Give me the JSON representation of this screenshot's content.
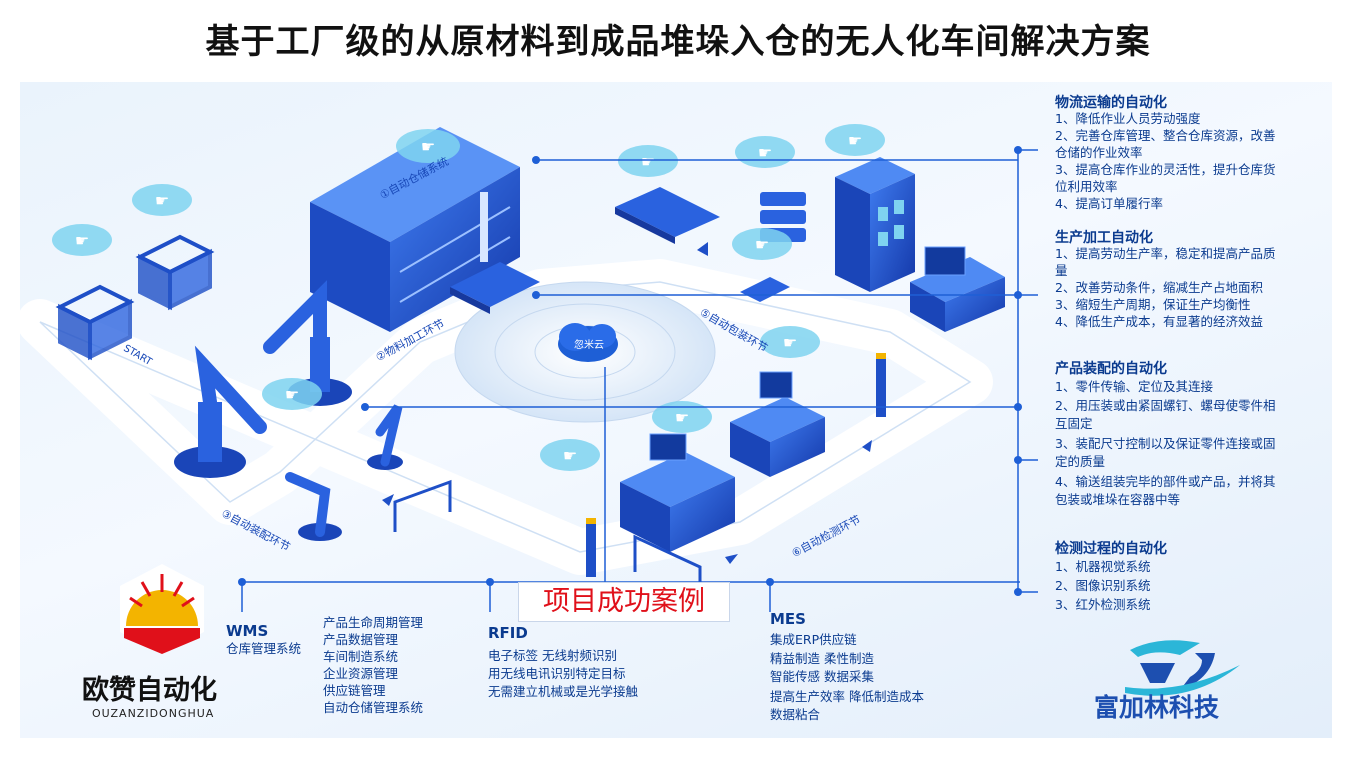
{
  "title": "基于工厂级的从原材料到成品堆垛入仓的无人化车间解决方案",
  "panels": [
    {
      "title": "物流运输的自动化",
      "lines": [
        "1、降低作业人员劳动强度",
        "2、完善仓库管理、整合仓库资源，改善",
        "仓储的作业效率",
        "3、提高仓库作业的灵活性，提升仓库货",
        "位利用效率",
        "4、提高订单履行率"
      ]
    },
    {
      "title": "生产加工自动化",
      "lines": [
        "1、提高劳动生产率，稳定和提高产品质",
        "量",
        "2、改善劳动条件，缩减生产占地面积",
        "3、缩短生产周期，保证生产均衡性",
        "4、降低生产成本，有显著的经济效益"
      ]
    },
    {
      "title": "产品装配的自动化",
      "lines": [
        "1、零件传输、定位及其连接",
        "2、用压装或由紧固螺钉、螺母使零件相",
        "互固定",
        "3、装配尺寸控制以及保证零件连接或固",
        "定的质量",
        "4、输送组装完毕的部件或产品，并将其",
        "包装或堆垛在容器中等"
      ]
    },
    {
      "title": "检测过程的自动化",
      "lines": [
        "1、机器视觉系统",
        "2、图像识别系统",
        "3、红外检测系统"
      ]
    }
  ],
  "bottom": {
    "wms": {
      "title": "WMS",
      "subtitle": "仓库管理系统",
      "lines": [
        "产品生命周期管理",
        "产品数据管理",
        "车间制造系统",
        "企业资源管理",
        "供应链管理",
        "自动仓储管理系统"
      ]
    },
    "rfid": {
      "title": "RFID",
      "lines": [
        "电子标签 无线射频识别",
        "用无线电讯识别特定目标",
        "无需建立机械或是光学接触"
      ]
    },
    "mes": {
      "title": "MES",
      "lines": [
        "集成ERP供应链",
        "精益制造 柔性制造",
        "智能传感 数据采集",
        "提高生产效率 降低制造成本",
        "数据粘合"
      ]
    }
  },
  "success_label": "项目成功案例",
  "stages": {
    "s1": "①自动仓储系统",
    "s2": "②物料加工环节",
    "s3": "③自动装配环节",
    "s5": "⑤自动包装环节",
    "s6": "⑥自动检测环节",
    "start": "START"
  },
  "cloud_label": "忽米云",
  "brand_left": {
    "name": "欧赞自动化",
    "pinyin": "OUZANZIDONGHUA"
  },
  "brand_right": {
    "name": "富加林科技"
  },
  "colors": {
    "accent": "#1e5fd6",
    "dark": "#0b3b8f",
    "red": "#e0101a",
    "yellow": "#f3b400",
    "bubble": "#7fd3f0"
  }
}
